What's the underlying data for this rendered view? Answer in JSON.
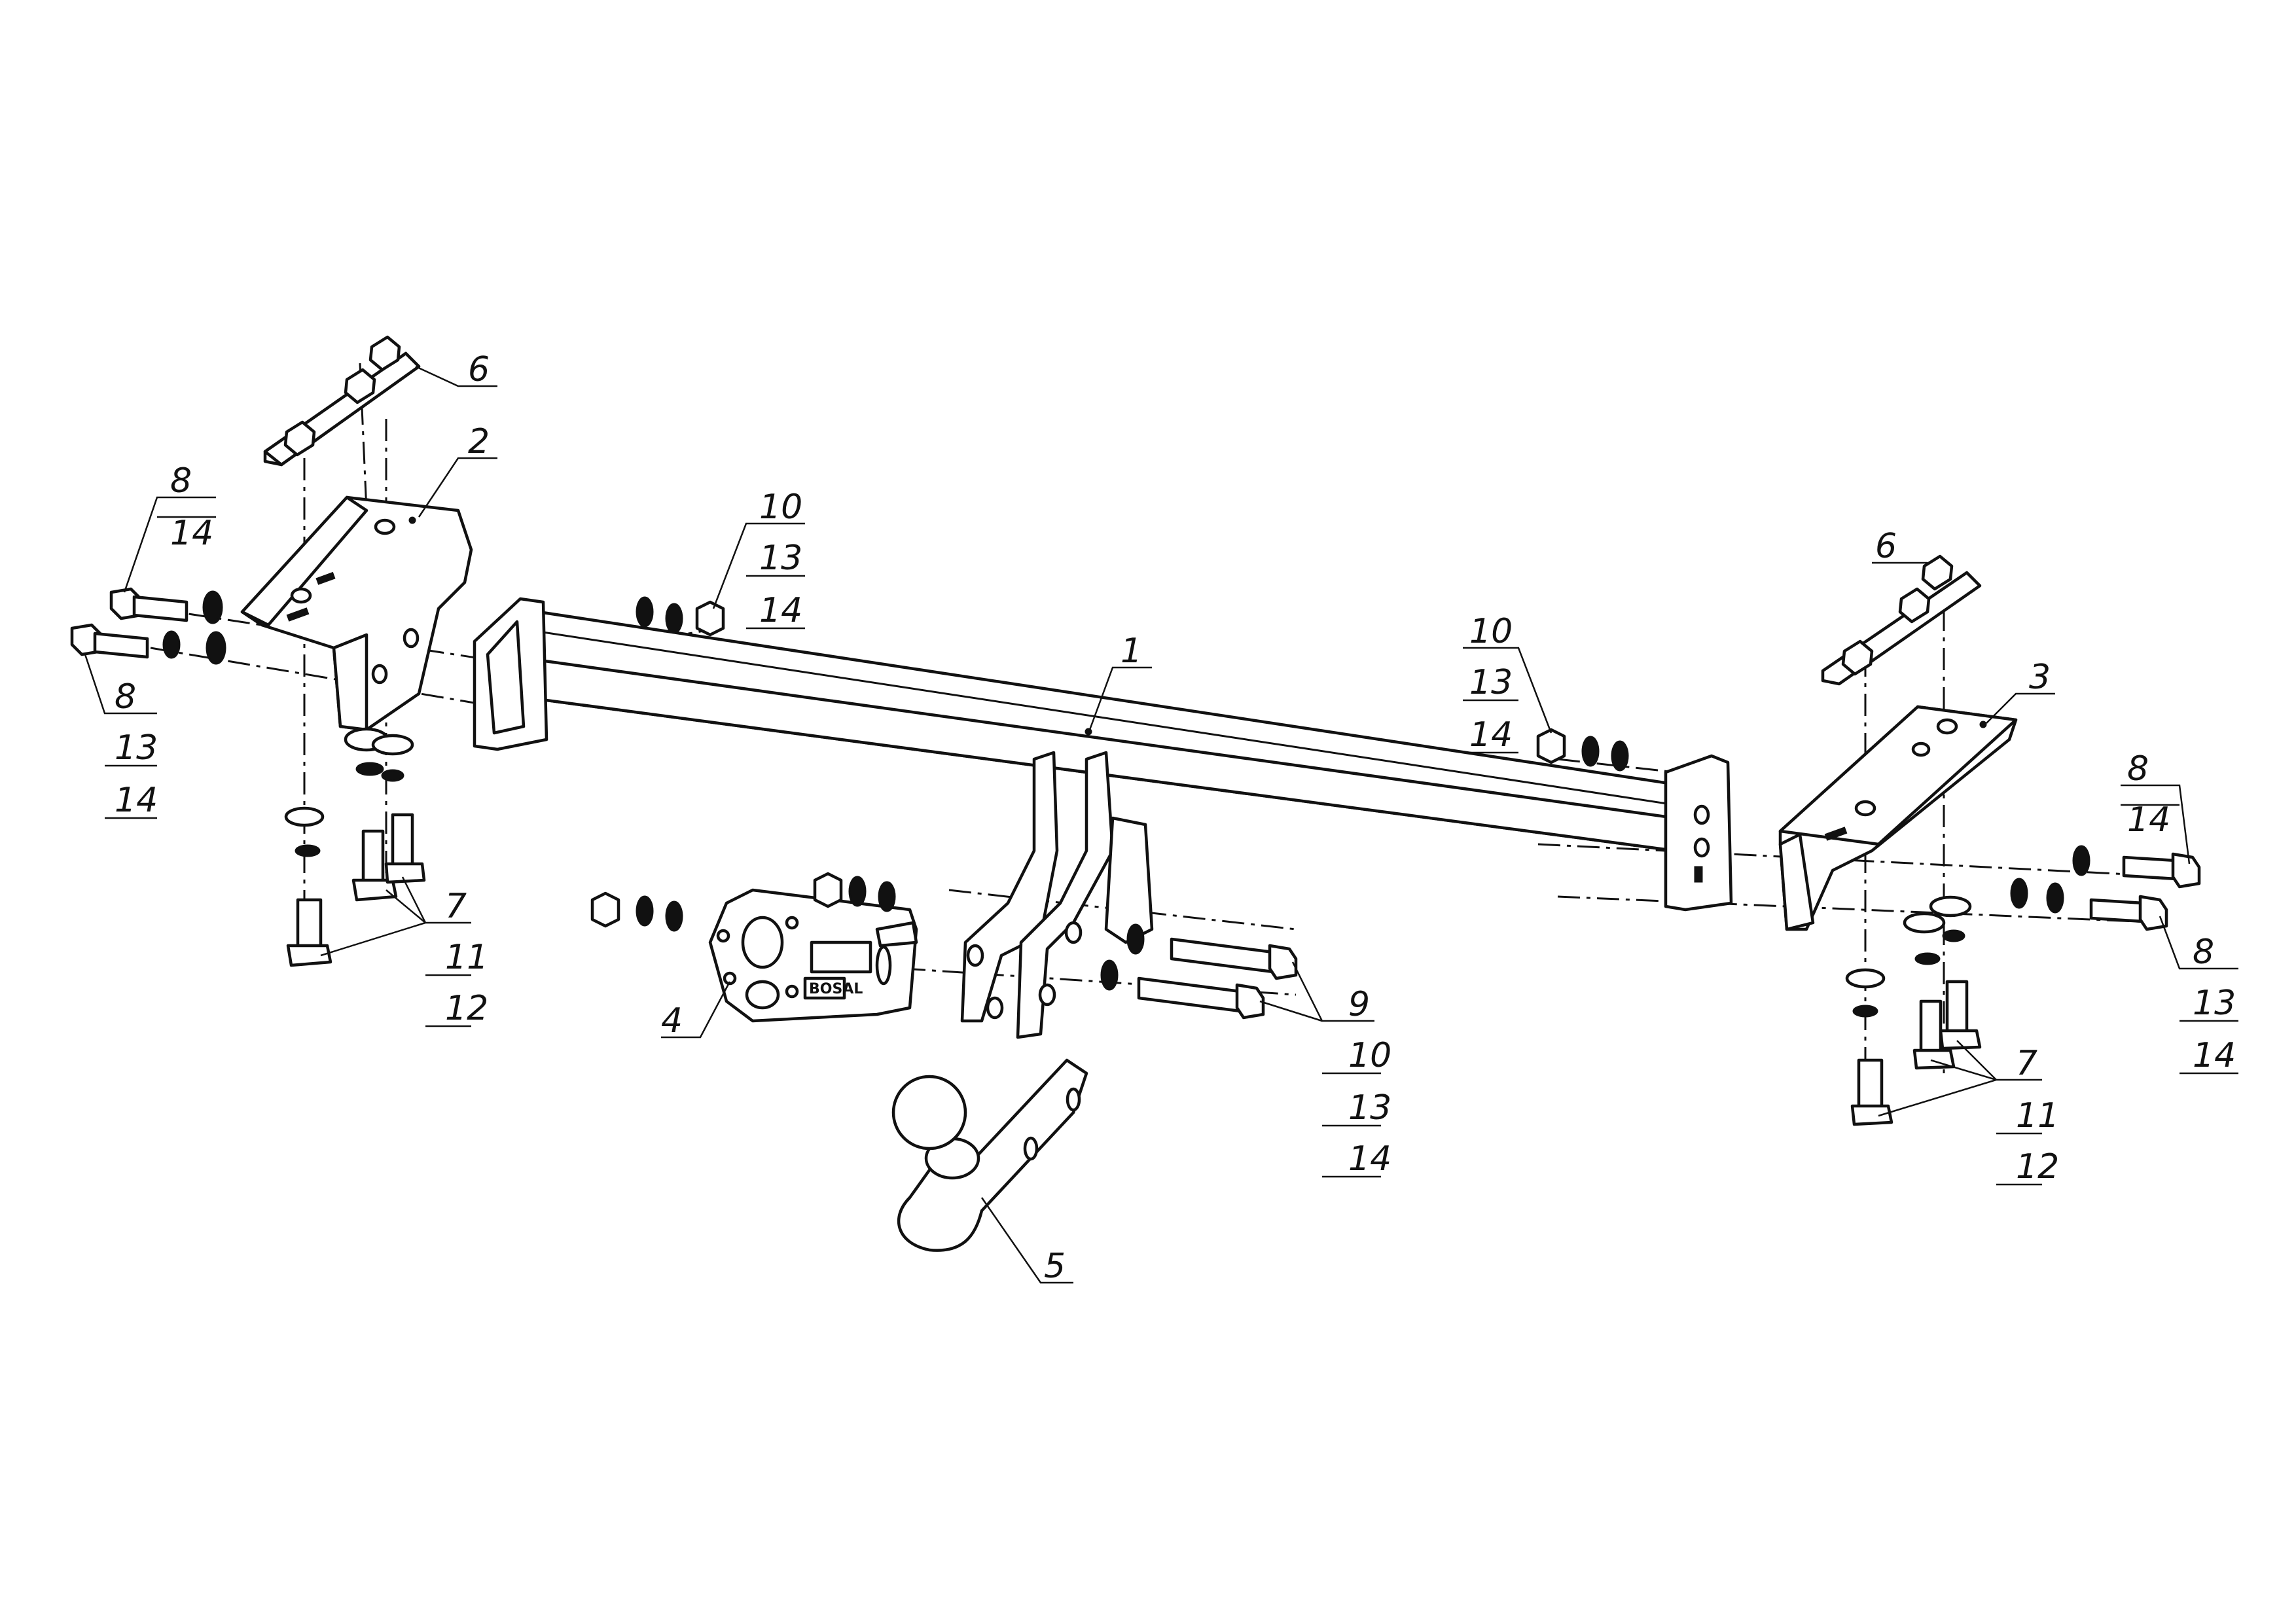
{
  "callouts": {
    "c6_left": "6",
    "c2": "2",
    "c8_14_left_top": [
      "8",
      "14"
    ],
    "c8_13_14_left_bottom": [
      "8",
      "13",
      "14"
    ],
    "c7_11_12_left": [
      "7",
      "11",
      "12"
    ],
    "c10_13_14_center": [
      "10",
      "13",
      "14"
    ],
    "c1": "1",
    "c10_13_14_right": [
      "10",
      "13",
      "14"
    ],
    "c6_right": "6",
    "c3": "3",
    "c8_14_right_top": [
      "8",
      "14"
    ],
    "c8_13_14_right_bottom": [
      "8",
      "13",
      "14"
    ],
    "c7_11_12_right": [
      "7",
      "11",
      "12"
    ],
    "c4": "4",
    "c9_10_13_14": [
      "9",
      "10",
      "13",
      "14"
    ],
    "c5": "5"
  },
  "socket_brand": "BOSAL",
  "colors": {
    "line": "#111111",
    "background": "#ffffff"
  }
}
